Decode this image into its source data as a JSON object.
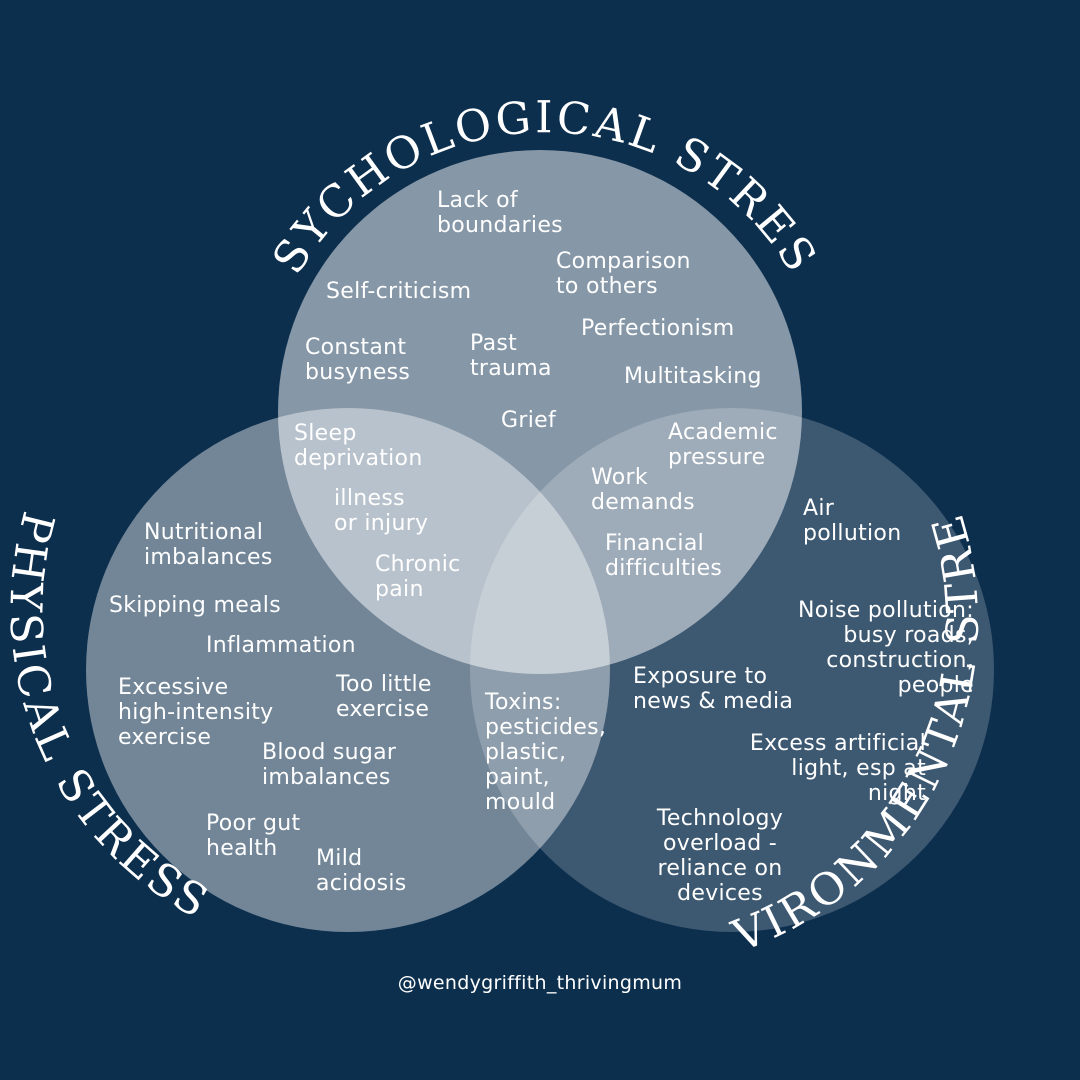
{
  "colors": {
    "background": "#0d2f4e",
    "circle_fill": "#ffffff",
    "text": "#ffffff"
  },
  "titles": {
    "psychological": "PSYCHOLOGICAL STRESS",
    "physical": "PHYSICAL STRESS",
    "environmental": "ENVIRONMENTAL STRESS"
  },
  "psychological": {
    "lack_of_boundaries": "Lack of\nboundaries",
    "comparison": "Comparison\nto others",
    "self_criticism": "Self-criticism",
    "perfectionism": "Perfectionism",
    "constant_busyness": "Constant\nbusyness",
    "past_trauma": "Past\ntrauma",
    "multitasking": "Multitasking",
    "grief": "Grief"
  },
  "psych_physical": {
    "sleep_deprivation": "Sleep\ndeprivation",
    "illness": "illness\nor injury",
    "chronic_pain": "Chronic\npain"
  },
  "psych_environmental": {
    "academic_pressure": "Academic\npressure",
    "work_demands": "Work\ndemands",
    "financial": "Financial\ndifficulties"
  },
  "physical": {
    "nutritional": "Nutritional\nimbalances",
    "skipping_meals": "Skipping meals",
    "inflammation": "Inflammation",
    "excessive_exercise": "Excessive\nhigh-intensity\nexercise",
    "too_little_exercise": "Too little\nexercise",
    "blood_sugar": "Blood sugar\nimbalances",
    "poor_gut": "Poor gut\nhealth",
    "mild_acidosis": "Mild\nacidosis"
  },
  "physical_environmental": {
    "toxins": "Toxins:\npesticides,\nplastic,\npaint,\nmould"
  },
  "environmental": {
    "air_pollution": "Air\npollution",
    "noise_pollution": "Noise pollution:\nbusy roads,\nconstruction,\npeople",
    "news_media": "Exposure to\nnews & media",
    "artificial_light": "Excess artificial\nlight, esp at\nnight",
    "technology": "Technology\noverload -\nreliance on\ndevices"
  },
  "handle": "@wendygriffith_thrivingmum"
}
